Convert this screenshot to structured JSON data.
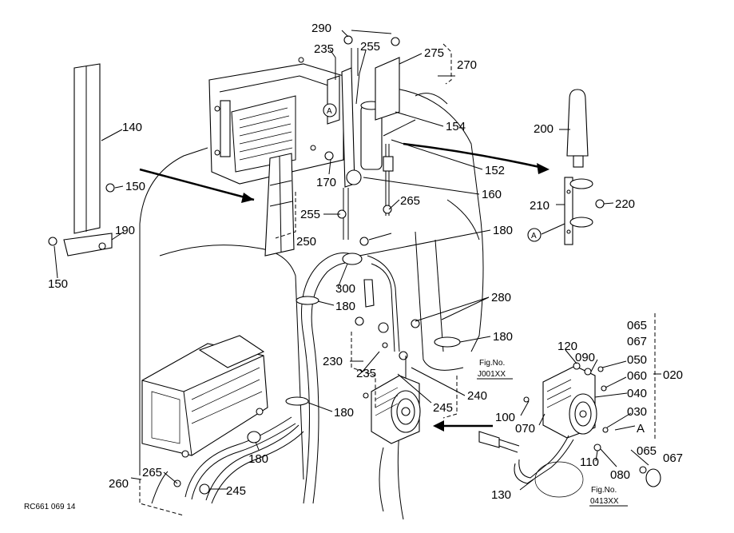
{
  "diagram_id": "RC661 069 14",
  "callout_letter": "A",
  "part_numbers": {
    "p290": "290",
    "p235a": "235",
    "p255a": "255",
    "p275": "275",
    "p270": "270",
    "p140": "140",
    "p150a": "150",
    "p190": "190",
    "p150b": "150",
    "p154": "154",
    "p200": "200",
    "p152": "152",
    "p170": "170",
    "p160": "160",
    "p265a": "265",
    "p255b": "255",
    "p250": "250",
    "p210": "210",
    "p220": "220",
    "p180a": "180",
    "p300": "300",
    "p180b": "180",
    "p280": "280",
    "p180c": "180",
    "p230": "230",
    "p235b": "235",
    "p245a": "245",
    "p240": "240",
    "p180d": "180",
    "p180e": "180",
    "p265b": "265",
    "p260": "260",
    "p245b": "245",
    "p065a": "065",
    "p067a": "067",
    "p120": "120",
    "p090": "090",
    "p050": "050",
    "p060": "060",
    "p020": "020",
    "p040": "040",
    "p100": "100",
    "p070": "070",
    "p030": "030",
    "pA": "A",
    "p110": "110",
    "p080": "080",
    "p065b": "065",
    "p067b": "067",
    "p130": "130"
  },
  "fig_refs": {
    "ref1_label": "Fig.No.",
    "ref1_code": "J001XX",
    "ref2_label": "Fig.No.",
    "ref2_code": "0413XX"
  }
}
